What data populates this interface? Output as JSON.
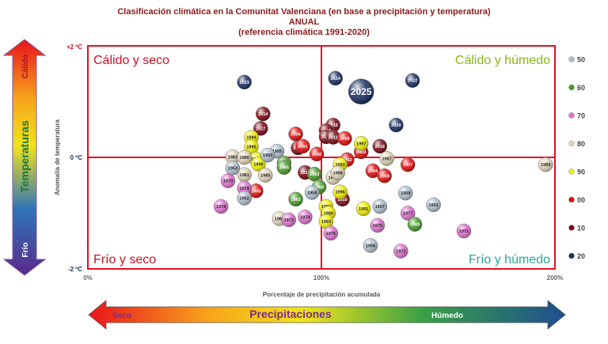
{
  "chart_data": {
    "type": "scatter",
    "title_lines": [
      "Clasificación climática en la Comunitat Valenciana (en base a precipitación y temperatura)",
      "ANUAL",
      "(referencia climática 1991-2020)"
    ],
    "xlabel": "Porcentaje de precipitación acumulada",
    "ylabel": "Anomalía de temperatura",
    "xlim": [
      0,
      200
    ],
    "ylim": [
      -2,
      2
    ],
    "x_ticks": [
      "0%",
      "100%",
      "200%"
    ],
    "y_ticks": [
      "+2 ºC",
      "0 ºC",
      "-2 ºC"
    ],
    "quadrants": {
      "top_left": "Cálido y seco",
      "top_right": "Cálido y húmedo",
      "bottom_left": "Frío y seco",
      "bottom_right": "Frío y húmedo"
    },
    "quadrant_colors": {
      "top_left": "#cc1122",
      "top_right": "#8db51a",
      "bottom_left": "#cc1122",
      "bottom_right": "#2aa898"
    },
    "temperature_bar": {
      "title": "Temperaturas",
      "top": "Cálido",
      "bottom": "Frío"
    },
    "precipitation_bar": {
      "title": "Precipitaciones",
      "left": "Seco",
      "right": "Húmedo"
    },
    "legend": [
      {
        "label": "50",
        "color": "#aebfd0"
      },
      {
        "label": "60",
        "color": "#4a9a2a"
      },
      {
        "label": "70",
        "color": "#e070d0"
      },
      {
        "label": "80",
        "color": "#e0d4b8"
      },
      {
        "label": "90",
        "color": "#f0f000"
      },
      {
        "label": "00",
        "color": "#e01010"
      },
      {
        "label": "10",
        "color": "#7a0a14"
      },
      {
        "label": "20",
        "color": "#1a2f62"
      }
    ],
    "points": [
      {
        "year": "2023",
        "x": 67,
        "y": 1.35,
        "color": "#1a2f62"
      },
      {
        "year": "2024",
        "x": 106,
        "y": 1.42,
        "color": "#1a2f62"
      },
      {
        "year": "2022",
        "x": 139,
        "y": 1.38,
        "color": "#1a2f62"
      },
      {
        "year": "2025",
        "x": 117,
        "y": 1.18,
        "color": "#1a2f62",
        "big": true
      },
      {
        "year": "2020",
        "x": 132,
        "y": 0.58,
        "color": "#1a2f62"
      },
      {
        "year": "2014",
        "x": 75,
        "y": 0.78,
        "color": "#7a0a14"
      },
      {
        "year": "2017",
        "x": 74,
        "y": 0.52,
        "color": "#7a0a14"
      },
      {
        "year": "2015",
        "x": 105,
        "y": 0.58,
        "color": "#7a0a14"
      },
      {
        "year": "2016",
        "x": 102,
        "y": 0.48,
        "color": "#7a0a14"
      },
      {
        "year": "2019",
        "x": 102,
        "y": 0.37,
        "color": "#7a0a14"
      },
      {
        "year": "2011",
        "x": 105,
        "y": 0.36,
        "color": "#7a0a14"
      },
      {
        "year": "2012",
        "x": 90,
        "y": 0.17,
        "color": "#7a0a14"
      },
      {
        "year": "2018",
        "x": 125,
        "y": 0.2,
        "color": "#7a0a14"
      },
      {
        "year": "2013",
        "x": 93,
        "y": -0.27,
        "color": "#7a0a14"
      },
      {
        "year": "2010",
        "x": 109,
        "y": -0.75,
        "color": "#7a0a14"
      },
      {
        "year": "2006",
        "x": 89,
        "y": 0.42,
        "color": "#e01010"
      },
      {
        "year": "2001",
        "x": 92,
        "y": 0.2,
        "color": "#e01010"
      },
      {
        "year": "2000",
        "x": 98,
        "y": 0.06,
        "color": "#e01010"
      },
      {
        "year": "2009",
        "x": 110,
        "y": 0.34,
        "color": "#e01010"
      },
      {
        "year": "2003",
        "x": 117,
        "y": 0.1,
        "color": "#e01010"
      },
      {
        "year": "2002",
        "x": 111,
        "y": -0.04,
        "color": "#e01010"
      },
      {
        "year": "2007",
        "x": 137,
        "y": -0.13,
        "color": "#e01010"
      },
      {
        "year": "2004",
        "x": 122,
        "y": -0.24,
        "color": "#e01010"
      },
      {
        "year": "2008",
        "x": 127,
        "y": -0.33,
        "color": "#e01010"
      },
      {
        "year": "2005",
        "x": 72,
        "y": -0.6,
        "color": "#e01010"
      },
      {
        "year": "1994",
        "x": 70,
        "y": 0.36,
        "color": "#f0f000"
      },
      {
        "year": "1995",
        "x": 70,
        "y": 0.19,
        "color": "#f0f000"
      },
      {
        "year": "1998",
        "x": 72,
        "y": -0.03,
        "color": "#f0f000"
      },
      {
        "year": "1999",
        "x": 73,
        "y": -0.12,
        "color": "#f0f000"
      },
      {
        "year": "1997",
        "x": 117,
        "y": 0.25,
        "color": "#f0f000"
      },
      {
        "year": "1993",
        "x": 108,
        "y": -0.13,
        "color": "#f0f000"
      },
      {
        "year": "1996",
        "x": 108,
        "y": -0.62,
        "color": "#f0f000"
      },
      {
        "year": "1992",
        "x": 102,
        "y": -0.88,
        "color": "#f0f000"
      },
      {
        "year": "1991",
        "x": 118,
        "y": -0.92,
        "color": "#f0f000"
      },
      {
        "year": "1990",
        "x": 103,
        "y": -1.0,
        "color": "#f0f000"
      },
      {
        "year": "1993",
        "x": 102,
        "y": -1.15,
        "color": "#f0f000"
      },
      {
        "year": "1983",
        "x": 62,
        "y": 0.01,
        "color": "#e0d4b8"
      },
      {
        "year": "1980",
        "x": 67,
        "y": 0.0,
        "color": "#e0d4b8"
      },
      {
        "year": "1981",
        "x": 67,
        "y": -0.31,
        "color": "#e0d4b8"
      },
      {
        "year": "1985",
        "x": 76,
        "y": -0.32,
        "color": "#e0d4b8"
      },
      {
        "year": "1987",
        "x": 128,
        "y": -0.02,
        "color": "#e0d4b8"
      },
      {
        "year": "1989",
        "x": 196,
        "y": -0.13,
        "color": "#e0d4b8"
      },
      {
        "year": "1986",
        "x": 105,
        "y": -0.36,
        "color": "#e0d4b8"
      },
      {
        "year": "1988",
        "x": 107,
        "y": -0.28,
        "color": "#e0d4b8"
      },
      {
        "year": "1984",
        "x": 82,
        "y": -1.1,
        "color": "#e0d4b8"
      },
      {
        "year": "1970",
        "x": 60,
        "y": -0.42,
        "color": "#e070d0"
      },
      {
        "year": "1979",
        "x": 67,
        "y": -0.55,
        "color": "#e070d0"
      },
      {
        "year": "1978",
        "x": 57,
        "y": -0.88,
        "color": "#e070d0"
      },
      {
        "year": "1974",
        "x": 93,
        "y": -1.07,
        "color": "#e070d0"
      },
      {
        "year": "1973",
        "x": 86,
        "y": -1.12,
        "color": "#e070d0"
      },
      {
        "year": "1976",
        "x": 104,
        "y": -1.36,
        "color": "#e070d0"
      },
      {
        "year": "1975",
        "x": 124,
        "y": -1.22,
        "color": "#e070d0"
      },
      {
        "year": "1977",
        "x": 137,
        "y": -1.0,
        "color": "#e070d0"
      },
      {
        "year": "1971",
        "x": 161,
        "y": -1.32,
        "color": "#e070d0"
      },
      {
        "year": "1972",
        "x": 134,
        "y": -1.68,
        "color": "#e070d0"
      },
      {
        "year": "1964",
        "x": 84,
        "y": -0.1,
        "color": "#4a9a2a"
      },
      {
        "year": "1965",
        "x": 84,
        "y": -0.18,
        "color": "#4a9a2a"
      },
      {
        "year": "1962",
        "x": 97,
        "y": -0.3,
        "color": "#4a9a2a"
      },
      {
        "year": "1966",
        "x": 99,
        "y": -0.53,
        "color": "#4a9a2a"
      },
      {
        "year": "1963",
        "x": 89,
        "y": -0.75,
        "color": "#4a9a2a"
      },
      {
        "year": "1969",
        "x": 140,
        "y": -1.2,
        "color": "#4a9a2a"
      },
      {
        "year": "1955",
        "x": 81,
        "y": 0.11,
        "color": "#aebfd0"
      },
      {
        "year": "1950",
        "x": 77,
        "y": 0.04,
        "color": "#aebfd0"
      },
      {
        "year": "1953",
        "x": 62,
        "y": -0.19,
        "color": "#aebfd0"
      },
      {
        "year": "1952",
        "x": 67,
        "y": -0.73,
        "color": "#aebfd0"
      },
      {
        "year": "1958",
        "x": 96,
        "y": -0.63,
        "color": "#aebfd0"
      },
      {
        "year": "1959",
        "x": 136,
        "y": -0.64,
        "color": "#aebfd0"
      },
      {
        "year": "1957",
        "x": 125,
        "y": -0.88,
        "color": "#aebfd0"
      },
      {
        "year": "1951",
        "x": 148,
        "y": -0.85,
        "color": "#aebfd0"
      },
      {
        "year": "1956",
        "x": 121,
        "y": -1.58,
        "color": "#aebfd0"
      }
    ]
  }
}
